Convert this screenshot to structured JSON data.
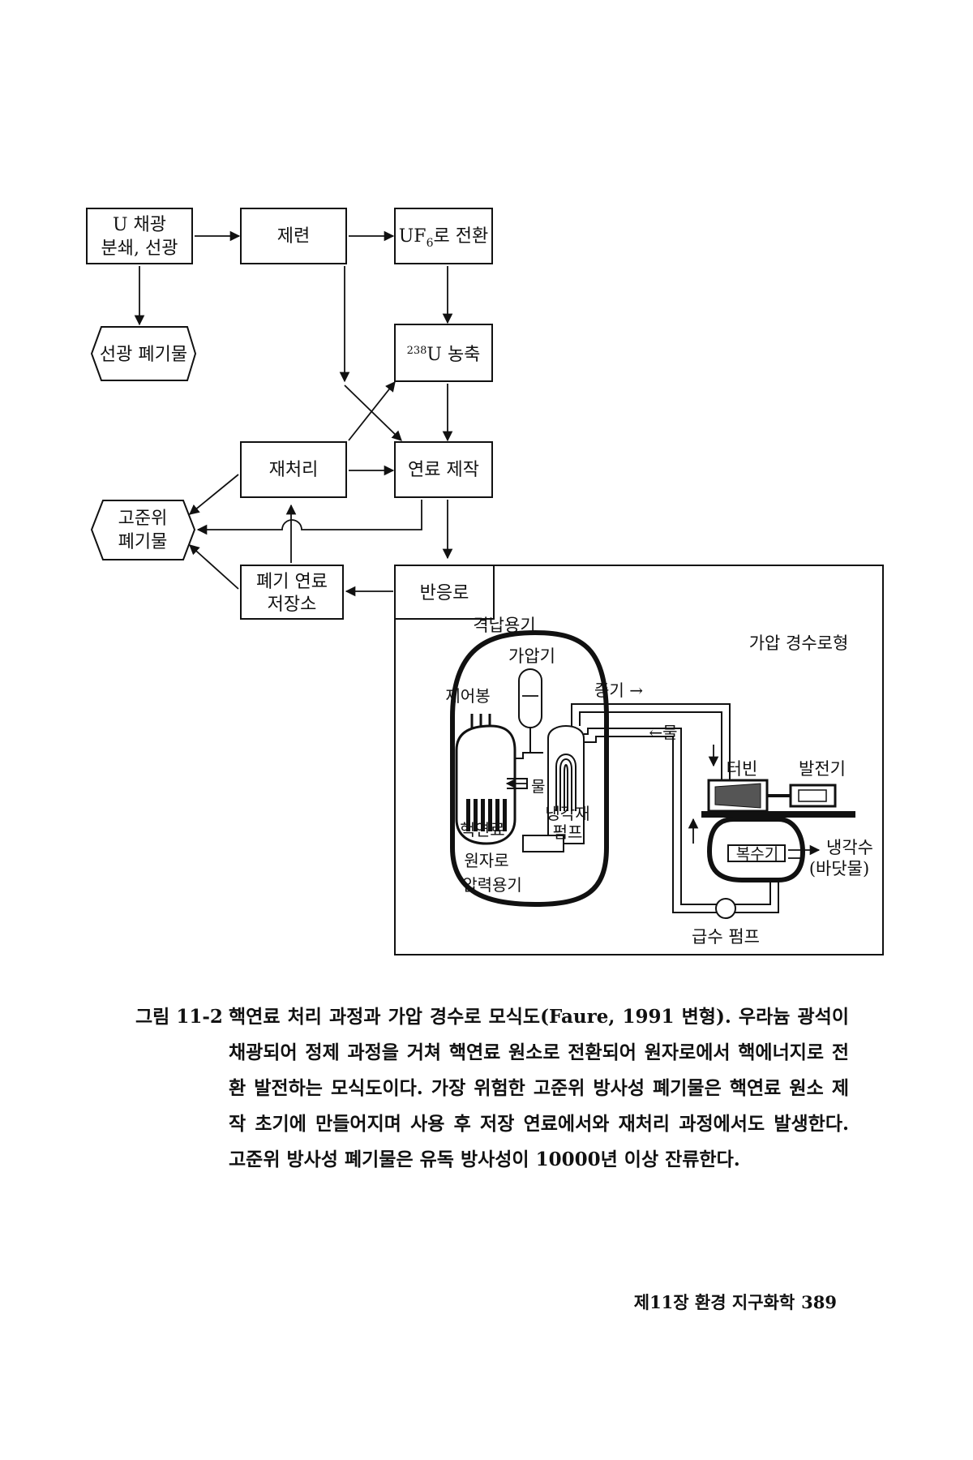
{
  "flowchart": {
    "mining": {
      "line1": "U 채광",
      "line2": "분쇄, 선광"
    },
    "refining": "제련",
    "conversion": {
      "prefix": "UF",
      "sub": "6",
      "suffix": "로 전환"
    },
    "tailings": "선광 폐기물",
    "enrichment": {
      "sup": "238",
      "main": "U 농축"
    },
    "reprocessing": "재처리",
    "fuel_fabrication": "연료 제작",
    "hlw": {
      "line1": "고준위",
      "line2": "폐기물"
    },
    "spent_fuel": {
      "line1": "폐기 연료",
      "line2": "저장소"
    },
    "reactor": "반응로"
  },
  "reactor_diagram": {
    "containment": "격납용기",
    "type": "가압 경수로형",
    "pressurizer": "가압기",
    "control_rods": "제어봉",
    "steam": "증기 →",
    "water_return": "←물",
    "water_inner": "물",
    "turbine": "터빈",
    "generator": "발전기",
    "fuel": "핵연료",
    "coolant_pump": {
      "line1": "냉각재",
      "line2": "펌프"
    },
    "condenser": "복수기",
    "cooling_water": {
      "line1": "냉각수",
      "line2": "(바닷물)"
    },
    "vessel": {
      "line1": "원자로",
      "line2": "압력용기"
    },
    "feed_pump": "급수 펌프"
  },
  "caption": {
    "label": "그림 11-2",
    "text": "핵연료 처리 과정과 가압 경수로 모식도(Faure, 1991 변형). 우라늄 광석이 채광되어 정제 과정을 거쳐 핵연료 원소로 전환되어 원자로에서 핵에너지로 전환 발전하는 모식도이다. 가장 위험한 고준위 방사성 폐기물은 핵연료 원소 제작 초기에 만들어지며 사용 후 저장 연료에서와 재처리 과정에서도 발생한다. 고준위 방사성 폐기물은 유독 방사성이 10000년 이상 잔류한다."
  },
  "footer": {
    "chapter": "제11장 환경 지구화학",
    "page": "389"
  }
}
